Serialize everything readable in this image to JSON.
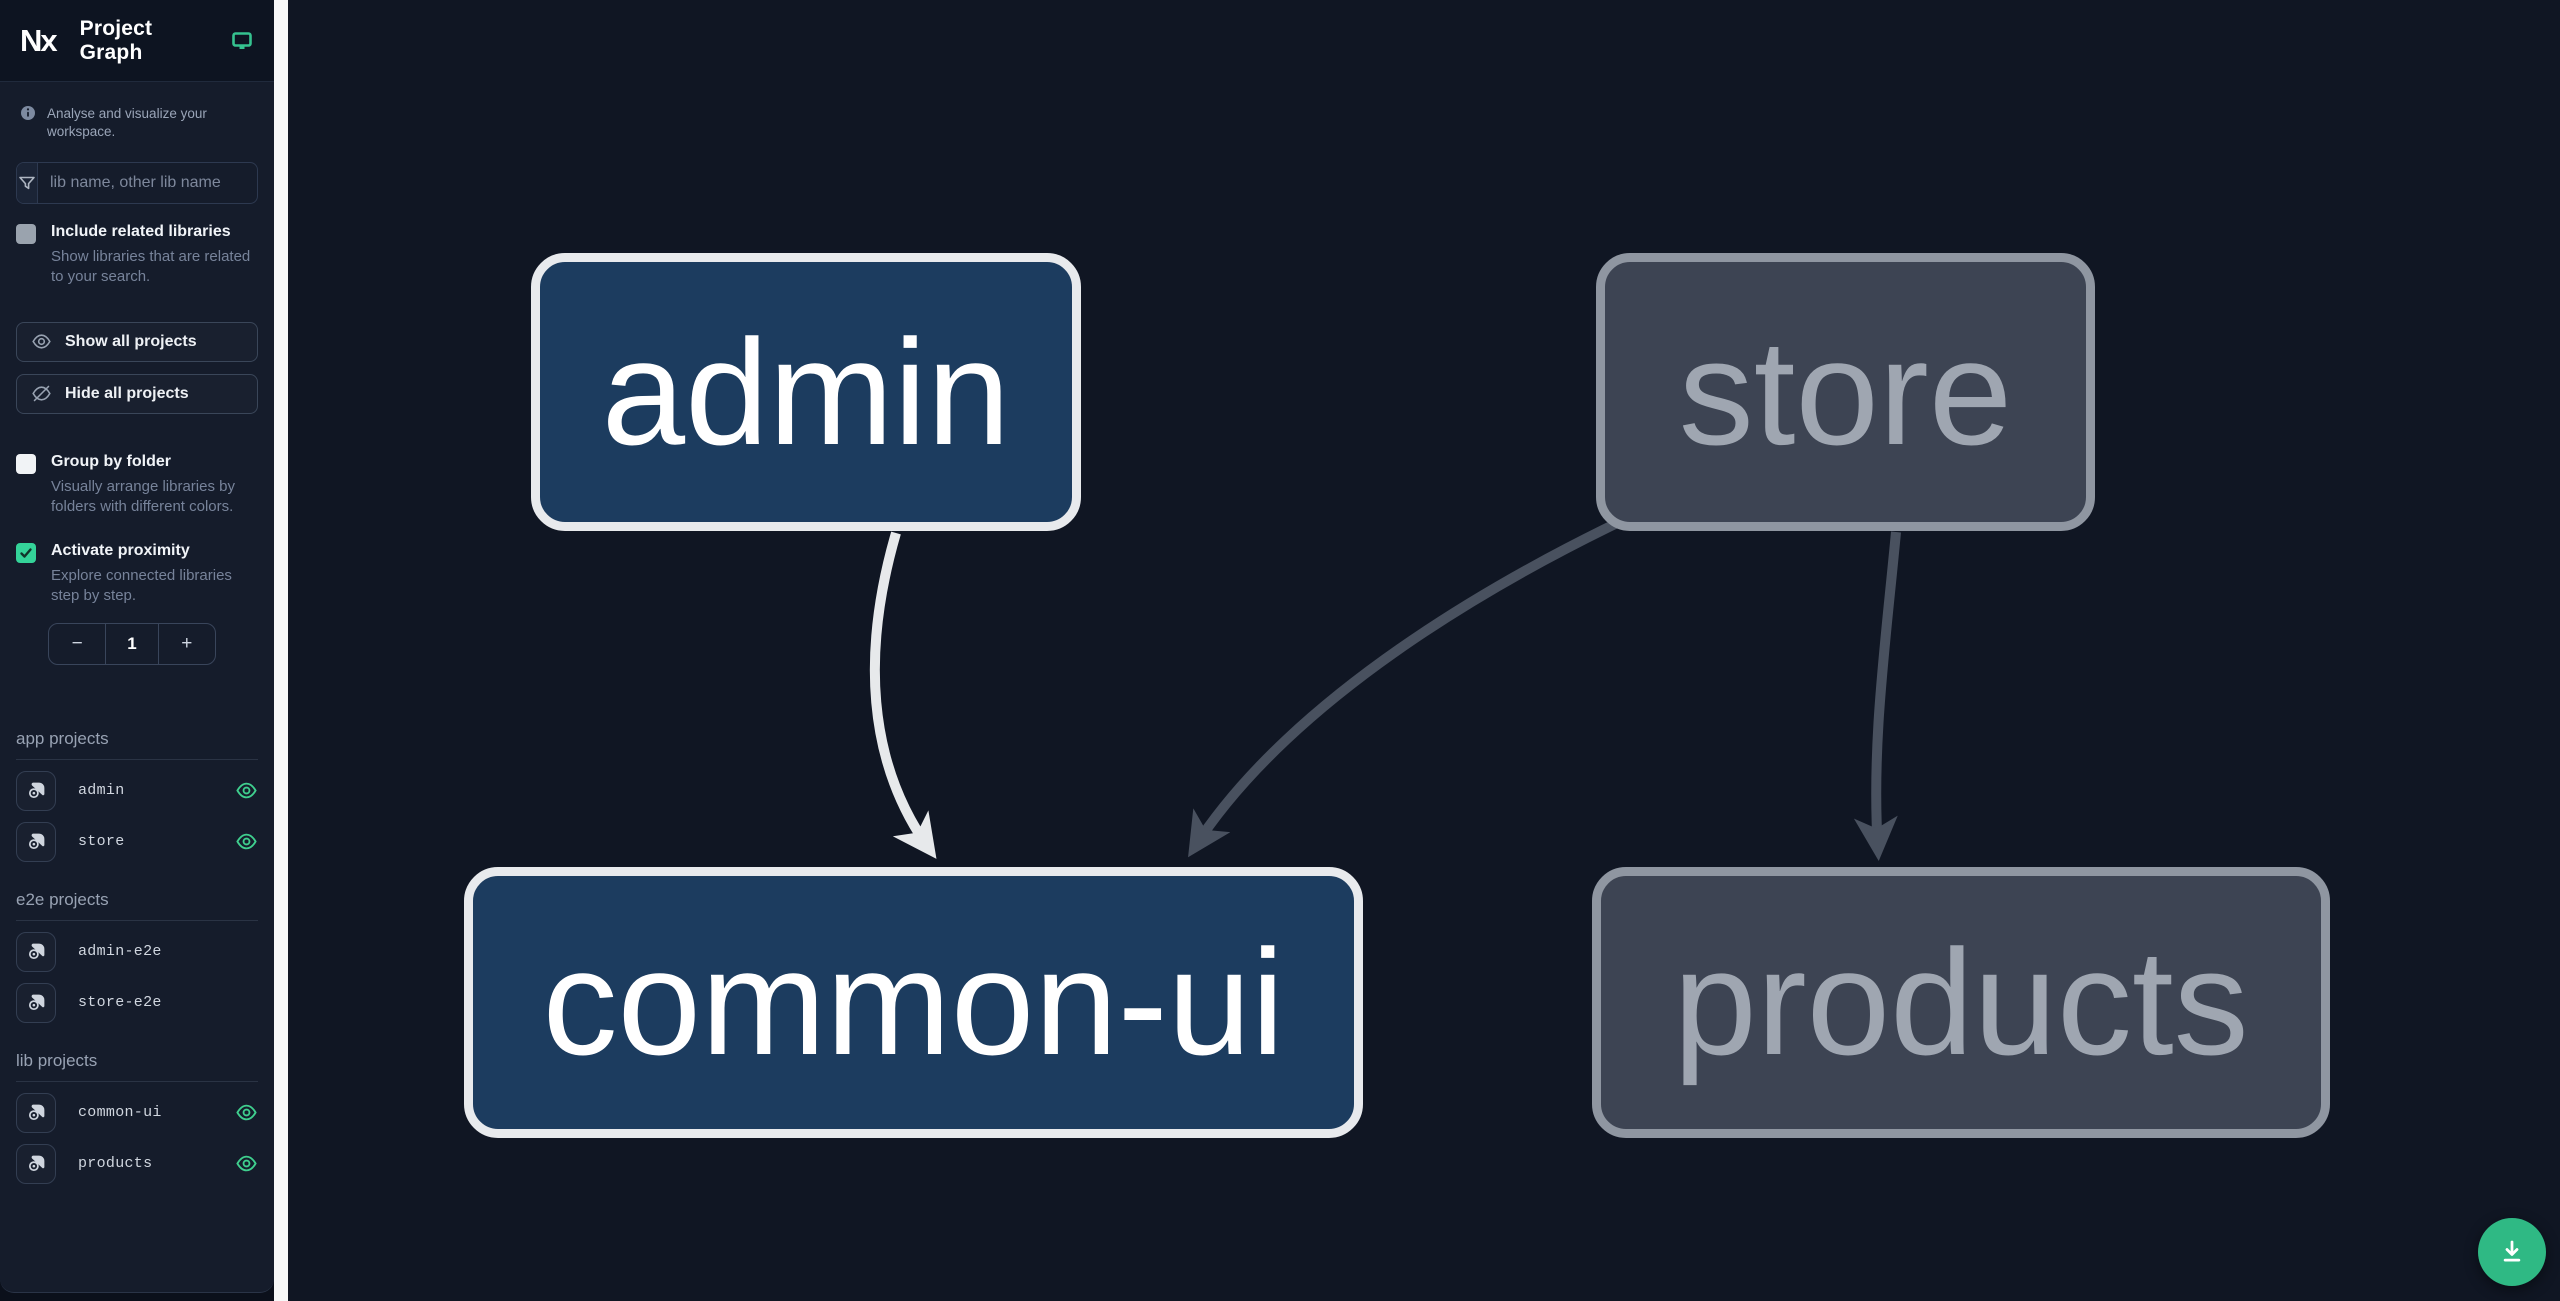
{
  "app": {
    "logo_text": "Nx",
    "title": "Project Graph"
  },
  "sidebar": {
    "tagline": "Analyse and visualize your workspace.",
    "search": {
      "placeholder": "lib name, other lib name"
    },
    "include_related": {
      "label": "Include related libraries",
      "description": "Show libraries that are related to your search.",
      "checked": false
    },
    "actions": {
      "show_all": "Show all projects",
      "hide_all": "Hide all projects"
    },
    "group_by_folder": {
      "label": "Group by folder",
      "description": "Visually arrange libraries by folders with different colors.",
      "checked": false
    },
    "activate_proximity": {
      "label": "Activate proximity",
      "description": "Explore connected libraries step by step.",
      "checked": true
    },
    "proximity": {
      "decrement": "−",
      "value": "1",
      "increment": "+"
    },
    "sections": [
      {
        "title": "app projects",
        "items": [
          {
            "name": "admin",
            "visible": true
          },
          {
            "name": "store",
            "visible": true
          }
        ]
      },
      {
        "title": "e2e projects",
        "items": [
          {
            "name": "admin-e2e",
            "visible": false
          },
          {
            "name": "store-e2e",
            "visible": false
          }
        ]
      },
      {
        "title": "lib projects",
        "items": [
          {
            "name": "common-ui",
            "visible": true
          },
          {
            "name": "products",
            "visible": true
          }
        ]
      }
    ]
  },
  "graph": {
    "nodes": [
      {
        "label": "admin",
        "state": "focused"
      },
      {
        "label": "store",
        "state": "unfocused"
      },
      {
        "label": "common-ui",
        "state": "focused"
      },
      {
        "label": "products",
        "state": "unfocused"
      }
    ],
    "edges": [
      {
        "source": "admin",
        "target": "common-ui",
        "state": "focused"
      },
      {
        "source": "store",
        "target": "common-ui",
        "state": "unfocused"
      },
      {
        "source": "store",
        "target": "products",
        "state": "unfocused"
      }
    ]
  },
  "colors": {
    "accent_green": "#35c28f",
    "fab_green": "#2fb984",
    "node_focused_bg": "#1c3c5f",
    "node_focused_border": "#e8eaed",
    "node_unfocused_bg": "#3d4453",
    "node_unfocused_border": "#8f96a1",
    "edge_focused": "#e7e9eb",
    "edge_unfocused": "#49515f"
  }
}
